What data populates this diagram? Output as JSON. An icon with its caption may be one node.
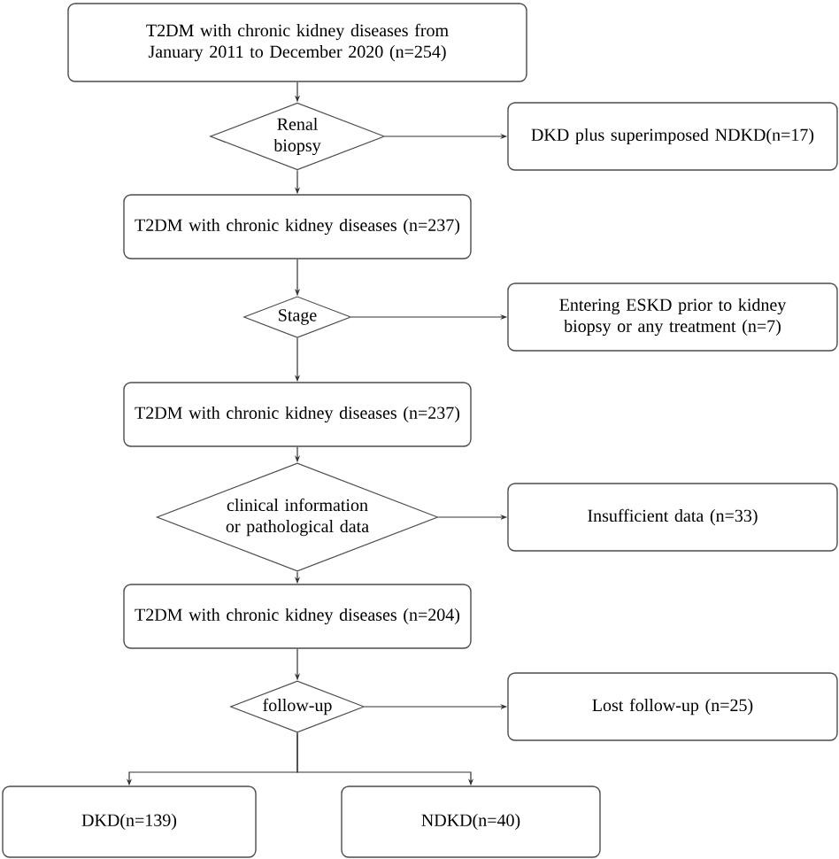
{
  "diagram": {
    "nodes": [
      {
        "text": [
          "T2DM with chronic kidney diseases from January 2011 to December 2020 (n=254)"
        ]
      },
      {
        "text": [
          "Renal biopsy"
        ]
      },
      {
        "text": [
          "DKD plus superimposed NDKD(n=17)"
        ]
      },
      {
        "text": [
          "T2DM with chronic kidney diseases (n=237)"
        ]
      },
      {
        "text": [
          "Stage"
        ]
      },
      {
        "text": [
          "Entering ESKD prior to kidney biopsy or any treatment (n=7)"
        ]
      },
      {
        "text": [
          "T2DM with chronic kidney diseases (n=237)"
        ]
      },
      {
        "text": [
          "clinical information or pathological data"
        ]
      },
      {
        "text": [
          "Insufficient data (n=33)"
        ]
      },
      {
        "text": [
          "T2DM with chronic kidney diseases (n=204)"
        ]
      },
      {
        "text": [
          "follow-up"
        ]
      },
      {
        "text": [
          "Lost follow-up (n=25)"
        ]
      },
      {
        "text": [
          "DKD(n=139)"
        ]
      },
      {
        "text": [
          "NDKD(n=40)"
        ]
      }
    ],
    "edges": [
      {
        "from": 0,
        "to": 1,
        "arrow": "to"
      },
      {
        "from": 1,
        "to": 2,
        "arrow": "to"
      },
      {
        "from": 1,
        "to": 3,
        "arrow": "to"
      },
      {
        "from": 3,
        "to": 4,
        "arrow": "to"
      },
      {
        "from": 4,
        "to": 5,
        "arrow": "to"
      },
      {
        "from": 4,
        "to": 6,
        "arrow": "to"
      },
      {
        "from": 6,
        "to": 7,
        "arrow": "to"
      },
      {
        "from": 7,
        "to": 8,
        "arrow": "to"
      },
      {
        "from": 7,
        "to": 9,
        "arrow": "to"
      },
      {
        "from": 9,
        "to": 10,
        "arrow": "to"
      },
      {
        "from": 10,
        "to": 11,
        "arrow": "to"
      },
      {
        "from": 10,
        "to": 12,
        "arrow": "to"
      },
      {
        "from": 10,
        "to": 13,
        "arrow": "to"
      }
    ]
  }
}
